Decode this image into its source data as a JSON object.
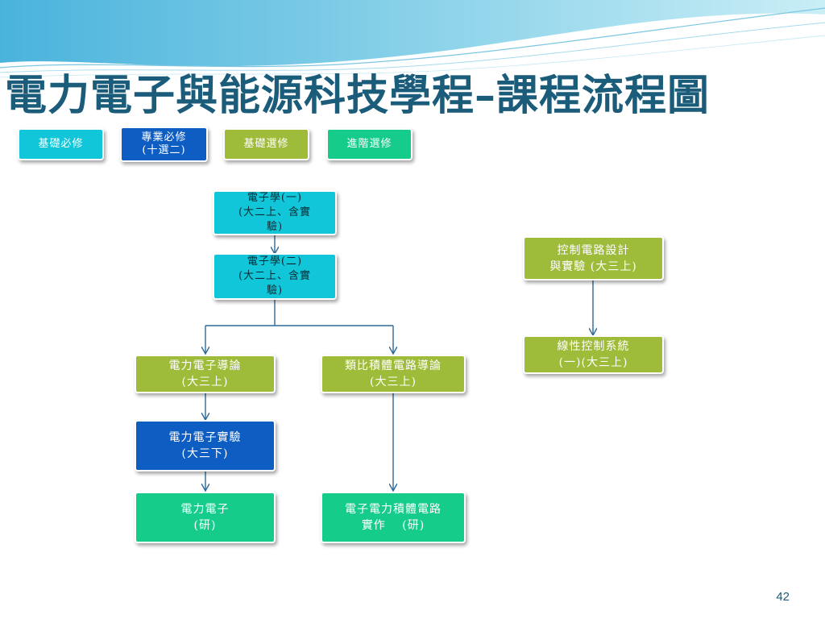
{
  "slide": {
    "title": "電力電子與能源科技學程–課程流程圖",
    "page_number": "42"
  },
  "legend": [
    {
      "label": "基礎必修",
      "color": "#10c6d8"
    },
    {
      "label": "專業必修\n(十選二)",
      "color": "#1e5fb4"
    },
    {
      "label": "基礎選修",
      "color": "#9fbb3a"
    },
    {
      "label": "進階選修",
      "color": "#16cc8a"
    }
  ],
  "courses": {
    "electronics_1": "電子學(一)\n(大二上、含實\n驗)",
    "electronics_2": "電子學(二)\n(大二上、含實\n驗)",
    "control_circuit": "控制電路設計\n與實驗 (大三上)",
    "linear_control": "線性控制系統\n(一)(大三上)",
    "power_intro": "電力電子導論\n(大三上)",
    "analog_ic": "類比積體電路導論\n(大三上)",
    "power_lab": "電力電子實驗\n(大三下)",
    "power_electronics": "電力電子\n(研)",
    "power_ic": "電子電力積體電路\n實作　 (研)"
  },
  "colors": {
    "title": "#1a5c7a",
    "connector": "#2d6a9a"
  }
}
